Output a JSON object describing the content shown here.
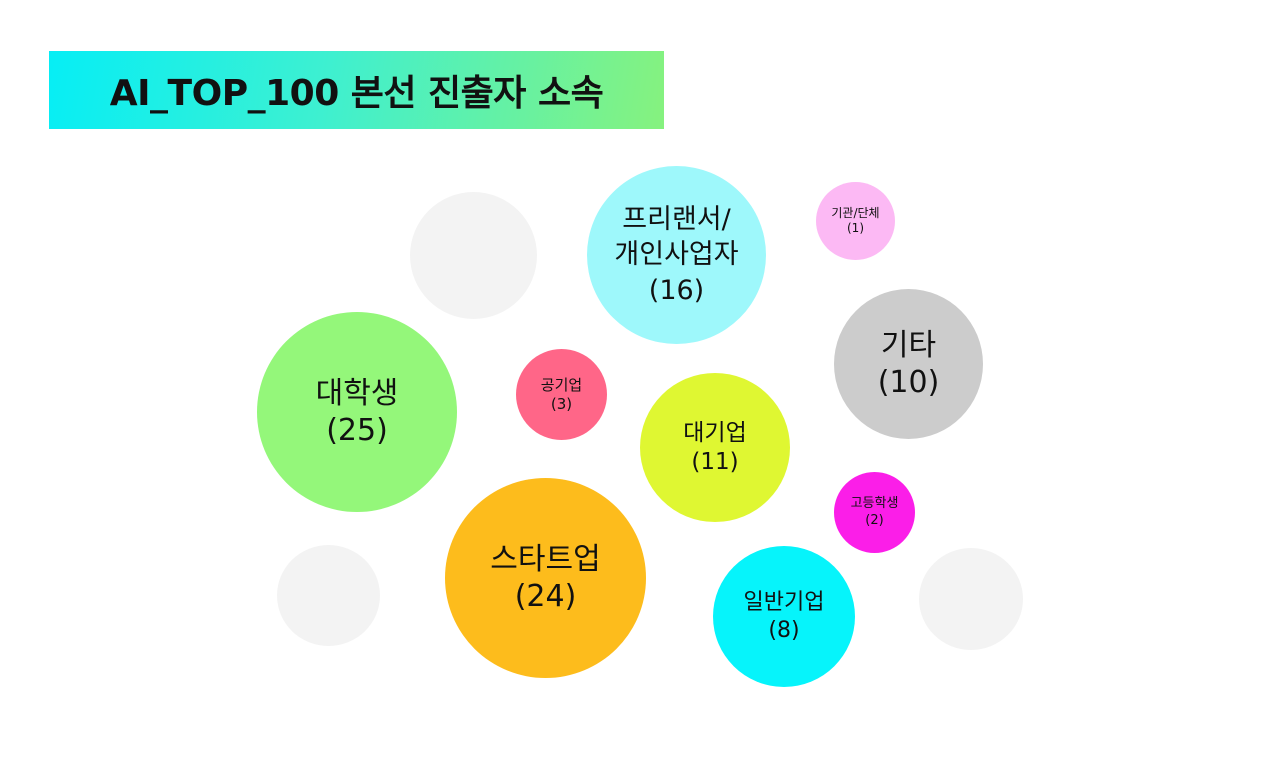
{
  "title": "AI_TOP_100 본선 진출자 소속",
  "chart_data": {
    "type": "bubble",
    "title": "AI_TOP_100 본선 진출자 소속",
    "total": 100,
    "series": [
      {
        "name": "대학생",
        "value": 25,
        "color": "#94f77a"
      },
      {
        "name": "스타트업",
        "value": 24,
        "color": "#fdbc1c"
      },
      {
        "name": "프리랜서/개인사업자",
        "value": 16,
        "color": "#9ef8fb"
      },
      {
        "name": "대기업",
        "value": 11,
        "color": "#dff732"
      },
      {
        "name": "기타",
        "value": 10,
        "color": "#cccccc"
      },
      {
        "name": "일반기업",
        "value": 8,
        "color": "#06f4fb"
      },
      {
        "name": "공기업",
        "value": 3,
        "color": "#ff6688"
      },
      {
        "name": "고등학생",
        "value": 2,
        "color": "#fb1ee8"
      },
      {
        "name": "기관/단체",
        "value": 1,
        "color": "#fcb9f4"
      }
    ]
  },
  "bubbles": [
    {
      "label": "대학생",
      "value_text": "(25)",
      "color": "#94f77a"
    },
    {
      "label": "스타트업",
      "value_text": "(24)",
      "color": "#fdbc1c"
    },
    {
      "label1": "프리랜서/",
      "label2": "개인사업자",
      "value_text": "(16)",
      "color": "#9ef8fb"
    },
    {
      "label": "대기업",
      "value_text": "(11)",
      "color": "#dff732"
    },
    {
      "label": "기타",
      "value_text": "(10)",
      "color": "#cccccc"
    },
    {
      "label": "일반기업",
      "value_text": "(8)",
      "color": "#06f4fb"
    },
    {
      "label": "공기업",
      "value_text": "(3)",
      "color": "#ff6688"
    },
    {
      "label": "고등학생",
      "value_text": "(2)",
      "color": "#fb1ee8"
    },
    {
      "label": "기관/단체",
      "value_text": "(1)",
      "color": "#fcb9f4"
    }
  ],
  "decor_color": "#f3f3f3"
}
